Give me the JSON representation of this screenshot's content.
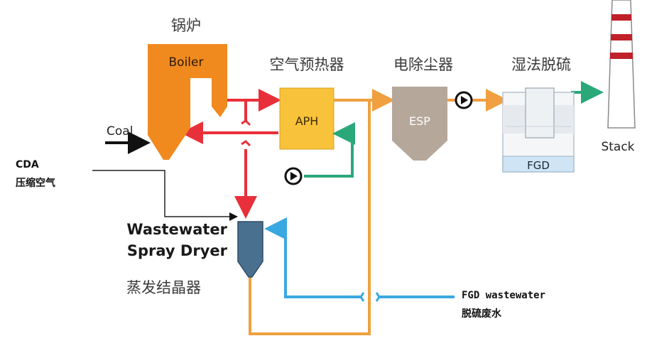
{
  "labels": {
    "boiler_cn": "锅炉",
    "boiler": "Boiler",
    "aph_cn": "空气预热器",
    "aph": "APH",
    "esp_cn": "电除尘器",
    "esp": "ESP",
    "fgd_cn": "湿法脱硫",
    "fgd": "FGD",
    "stack": "Stack",
    "coal": "Coal",
    "cda": "CDA",
    "cda_cn": "压缩空气",
    "dryer_line1": "Wastewater",
    "dryer_line2": "Spray Dryer",
    "dryer_cn": "蒸发结晶器",
    "fgd_ww": "FGD wastewater",
    "fgd_ww_cn": "脱硫废水"
  },
  "colors": {
    "flue_gas_hot": "#e8303a",
    "flue_gas_cool": "#f0a040",
    "air": "#2aa87a",
    "wastewater": "#3aa8e0",
    "boiler": "#f08a1e",
    "aph": "#f8c23a",
    "esp": "#b5a79a",
    "dryer": "#4a7090",
    "stack_band": "#c0202a"
  }
}
